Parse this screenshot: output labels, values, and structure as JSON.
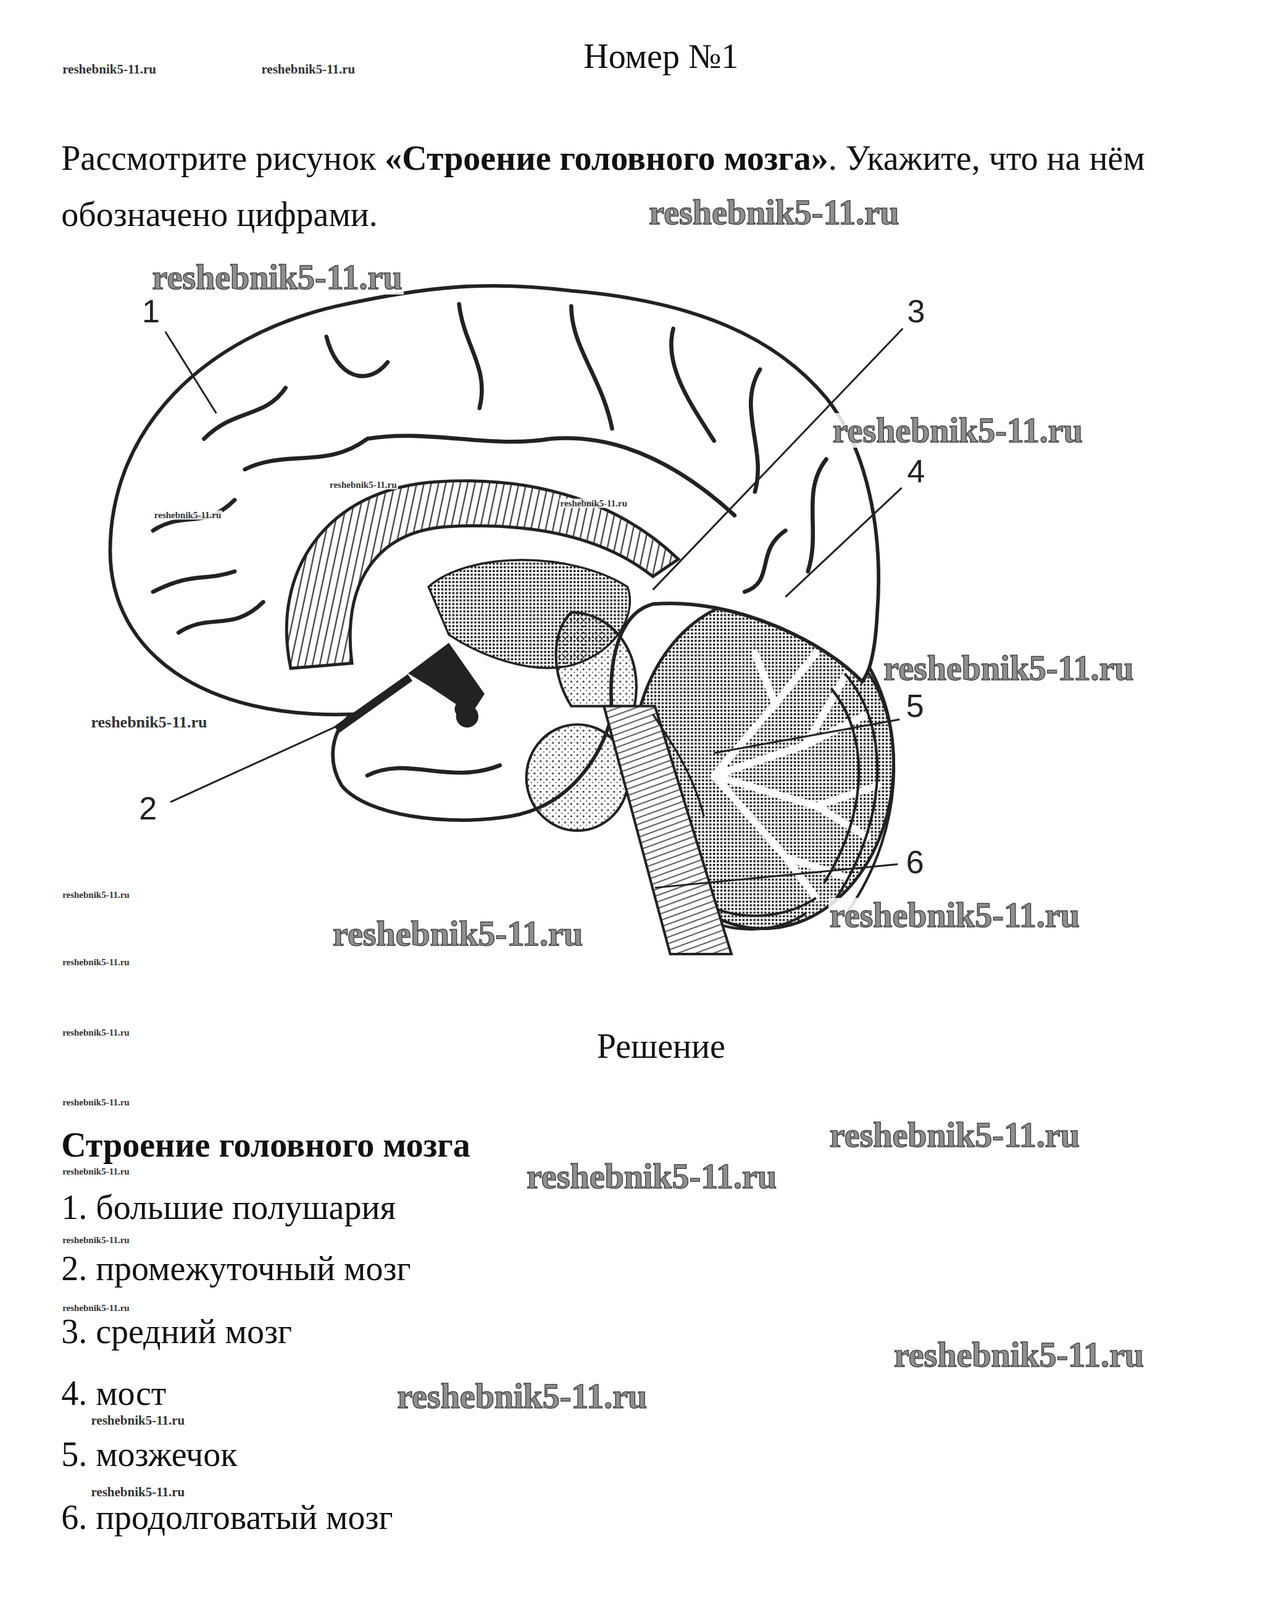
{
  "diagram": {
    "title": "Номер №1",
    "labels": [
      "reshebnik5-11.ru",
      "reshebnik5-11.ru",
      "Рассмотрите рисунок",
      "«Строение головного мозга»",
      ". Укажите, что на нём обозначено цифрами.",
      "reshebnik5-11.ru",
      "reshebnik5-11.ru",
      "1",
      "3",
      "reshebnik5-11.ru",
      "4",
      "reshebnik5-11.ru",
      "reshebnik5-11.ru",
      "reshebnik5-11.ru",
      "reshebnik5-11.ru",
      "5",
      "reshebnik5-11.ru",
      "2",
      "6",
      "reshebnik5-11.ru",
      "reshebnik5-11.ru",
      "reshebnik5-11.ru",
      "reshebnik5-11.ru",
      "reshebnik5-11.ru",
      "Решение",
      "reshebnik5-11.ru",
      "Строение головного мозга",
      "reshebnik5-11.ru",
      "reshebnik5-11.ru",
      "reshebnik5-11.ru",
      "1. большие полушария",
      "reshebnik5-11.ru",
      "2. промежуточный мозг",
      "reshebnik5-11.ru",
      "3. средний мозг",
      "reshebnik5-11.ru",
      "4. мост",
      "reshebnik5-11.ru",
      "reshebnik5-11.ru",
      "5. мозжечок",
      "reshebnik5-11.ru",
      "6. продолговатый мозг"
    ]
  }
}
